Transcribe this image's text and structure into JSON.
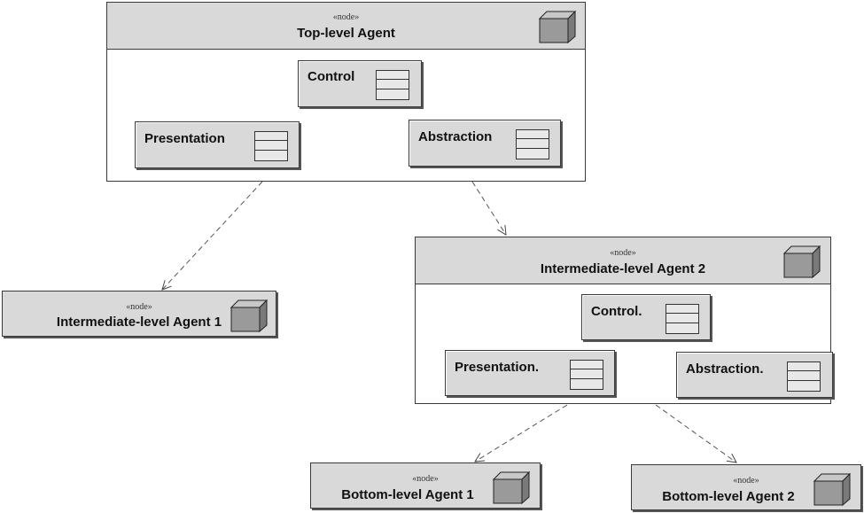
{
  "stereotype": "«node»",
  "nodes": {
    "top": {
      "title": "Top-level Agent",
      "components": {
        "control": "Control",
        "presentation": "Presentation",
        "abstraction": "Abstraction"
      }
    },
    "inter1": {
      "title": "Intermediate-level Agent 1"
    },
    "inter2": {
      "title": "Intermediate-level Agent 2",
      "components": {
        "control": "Control.",
        "presentation": "Presentation.",
        "abstraction": "Abstraction."
      }
    },
    "bottom1": {
      "title": "Bottom-level Agent 1"
    },
    "bottom2": {
      "title": "Bottom-level Agent 2"
    }
  },
  "edges": [
    {
      "from": "Top-level Agent",
      "to": "Intermediate-level Agent 1",
      "style": "dashed"
    },
    {
      "from": "Top-level Agent",
      "to": "Intermediate-level Agent 2",
      "style": "dashed"
    },
    {
      "from": "Intermediate-level Agent 2",
      "to": "Bottom-level Agent 1",
      "style": "dashed"
    },
    {
      "from": "Intermediate-level Agent 2",
      "to": "Bottom-level Agent 2",
      "style": "dashed"
    }
  ],
  "icons": {
    "node": "node-cube-icon",
    "component": "component-icon"
  }
}
